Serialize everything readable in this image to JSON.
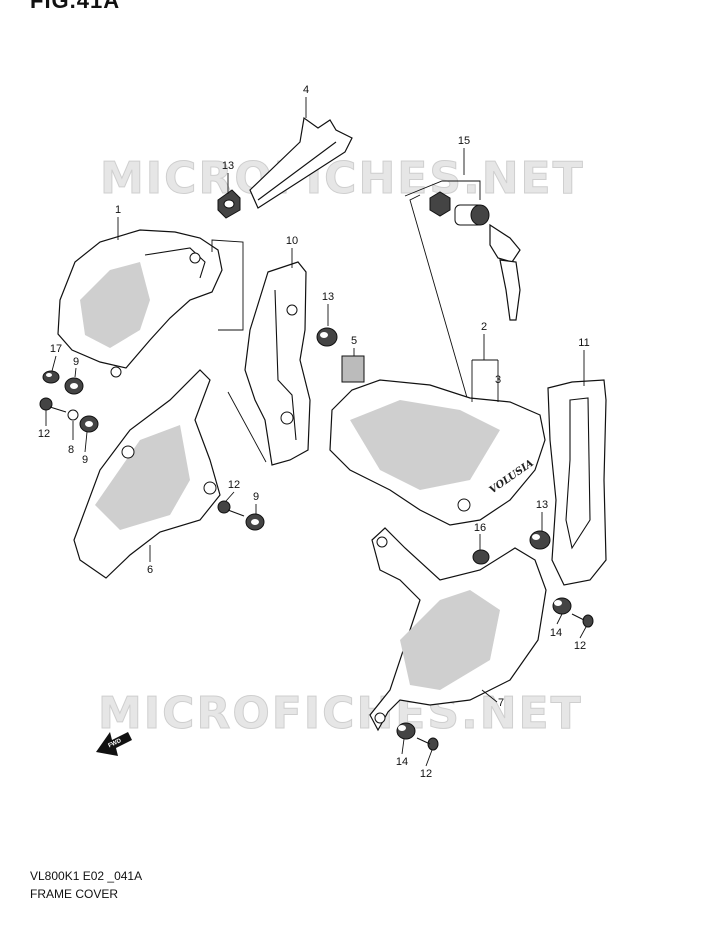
{
  "figure": {
    "title": "FIG.41A",
    "model_code": "VL800K1 E02 _041A",
    "name": "FRAME COVER",
    "watermark": "MICROFICHES.NET",
    "fwd_label": "FWD",
    "tank_cover_logo": "VOLUSIA"
  },
  "callouts": [
    {
      "id": "c4",
      "label": "4"
    },
    {
      "id": "c15",
      "label": "15"
    },
    {
      "id": "c13a",
      "label": "13"
    },
    {
      "id": "c1",
      "label": "1"
    },
    {
      "id": "c10",
      "label": "10"
    },
    {
      "id": "c13b",
      "label": "13"
    },
    {
      "id": "c5",
      "label": "5"
    },
    {
      "id": "c2",
      "label": "2"
    },
    {
      "id": "c3",
      "label": "3"
    },
    {
      "id": "c11",
      "label": "11"
    },
    {
      "id": "c17",
      "label": "17"
    },
    {
      "id": "c9a",
      "label": "9"
    },
    {
      "id": "c12a",
      "label": "12"
    },
    {
      "id": "c8",
      "label": "8"
    },
    {
      "id": "c9b",
      "label": "9"
    },
    {
      "id": "c12b",
      "label": "12"
    },
    {
      "id": "c9c",
      "label": "9"
    },
    {
      "id": "c6",
      "label": "6"
    },
    {
      "id": "c16",
      "label": "16"
    },
    {
      "id": "c13c",
      "label": "13"
    },
    {
      "id": "c14a",
      "label": "14"
    },
    {
      "id": "c12c",
      "label": "12"
    },
    {
      "id": "c7",
      "label": "7"
    },
    {
      "id": "c14b",
      "label": "14"
    },
    {
      "id": "c12d",
      "label": "12"
    }
  ]
}
